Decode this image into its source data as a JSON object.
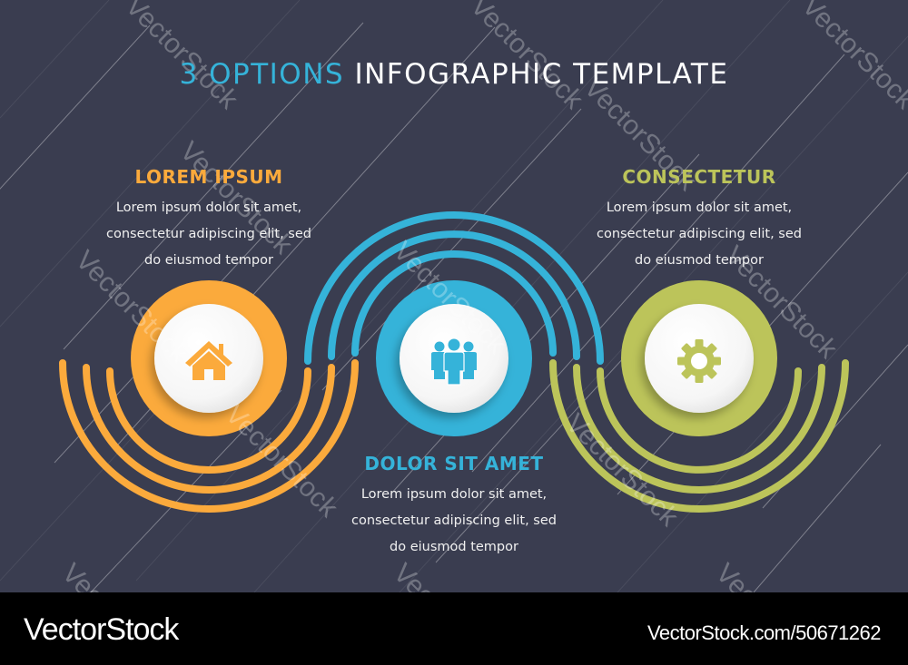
{
  "title": {
    "accent": "3 OPTIONS",
    "rest": "INFOGRAPHIC TEMPLATE",
    "accent_color": "#35b3d9"
  },
  "colors": {
    "background": "#3a3d50",
    "orange": "#fbaa3c",
    "blue": "#35b3d9",
    "green": "#bcc45a",
    "white": "#ffffff",
    "footer": "#000000"
  },
  "options": [
    {
      "heading": "LOREM IPSUM",
      "color": "#fbaa3c",
      "icon": "home-icon",
      "lines": [
        "Lorem ipsum dolor sit amet,",
        "consectetur adipiscing elit, sed",
        "do eiusmod tempor"
      ]
    },
    {
      "heading": "DOLOR SIT AMET",
      "color": "#35b3d9",
      "icon": "people-icon",
      "lines": [
        "Lorem ipsum dolor sit amet,",
        "consectetur adipiscing elit, sed",
        "do eiusmod tempor"
      ]
    },
    {
      "heading": "CONSECTETUR",
      "color": "#bcc45a",
      "icon": "gear-icon",
      "lines": [
        "Lorem ipsum dolor sit amet,",
        "consectetur adipiscing elit, sed",
        "do eiusmod tempor"
      ]
    }
  ],
  "watermark": {
    "text": "VectorStock"
  },
  "footer": {
    "brand": "VectorStock",
    "url": "VectorStock.com/50671262"
  }
}
